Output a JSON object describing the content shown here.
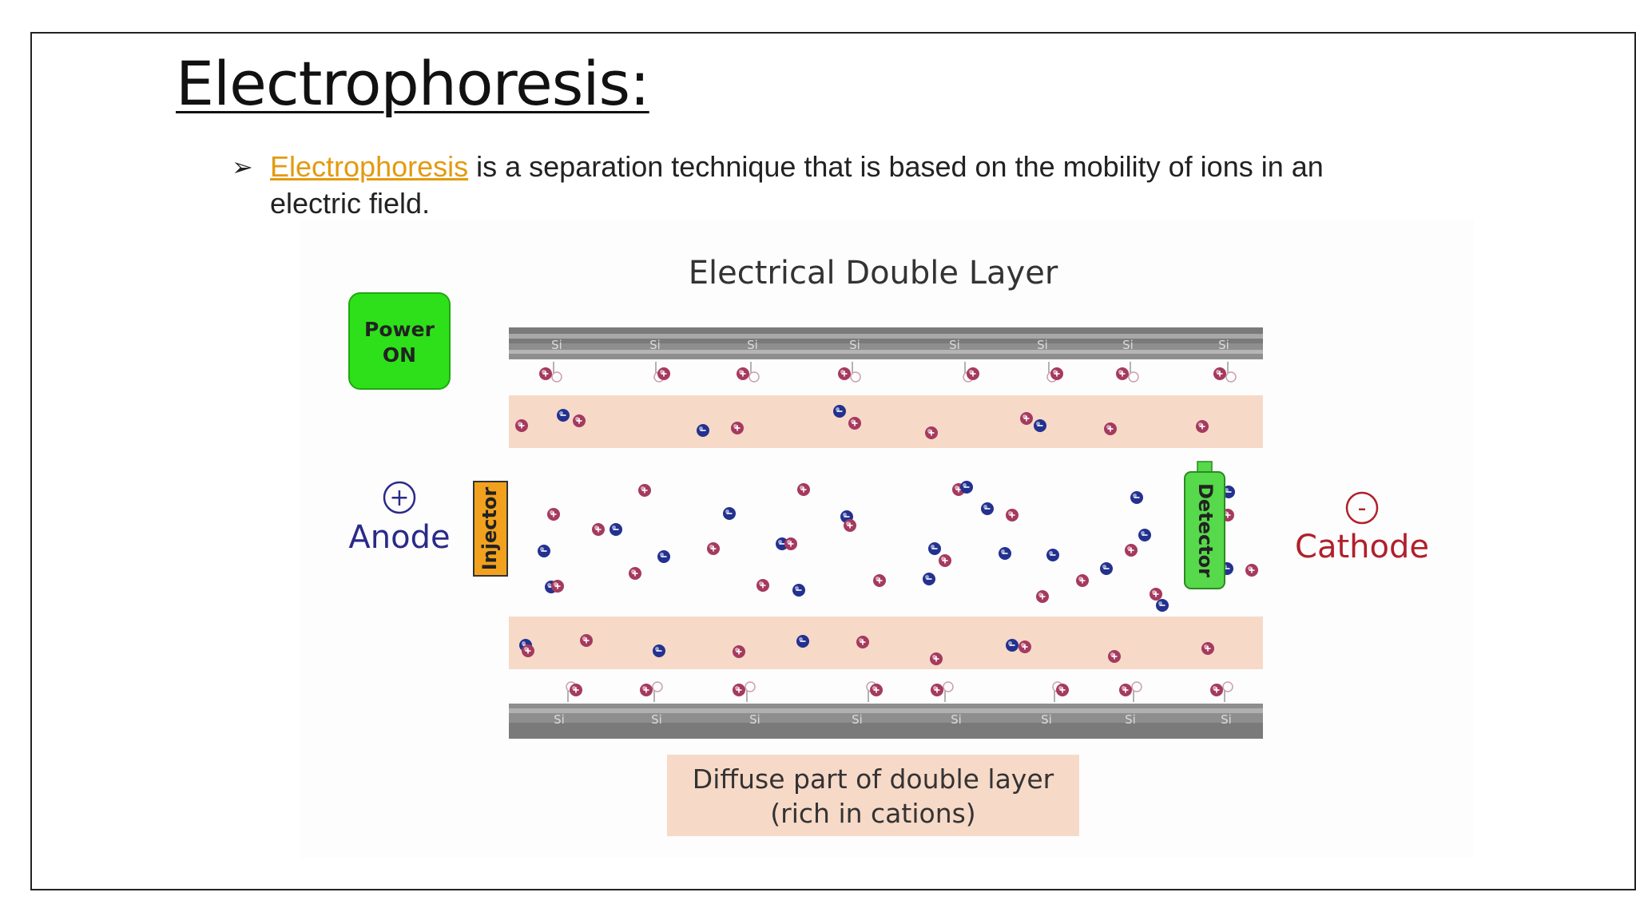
{
  "slide": {
    "title": "Electrophoresis:",
    "bullet": {
      "marker": "➢",
      "keyword": "Electrophoresis",
      "text_rest": " is a separation technique that is based on the mobility of ions in an",
      "text_line2": "electric field."
    }
  },
  "diagram": {
    "title": "Electrical Double Layer",
    "power_button": {
      "line1": "Power",
      "line2": "ON"
    },
    "anode": {
      "symbol": "+",
      "label": "Anode"
    },
    "cathode": {
      "symbol": "-",
      "label": "Cathode"
    },
    "injector_label": "Injector",
    "detector_label": "Detector",
    "wall_label": "Si",
    "caption": {
      "line1": "Diffuse part of double layer",
      "line2": "(rich in cations)"
    },
    "colors": {
      "power_green": "#2ee01a",
      "detector_green": "#56d94a",
      "injector_orange": "#f2a11e",
      "wall_gray": "#8e8e8e",
      "band_peach": "#f7d9c8",
      "cation": "#a53a5e",
      "anion": "#23318f",
      "anode_blue": "#2a2a8a",
      "cathode_red": "#b0202a"
    }
  }
}
